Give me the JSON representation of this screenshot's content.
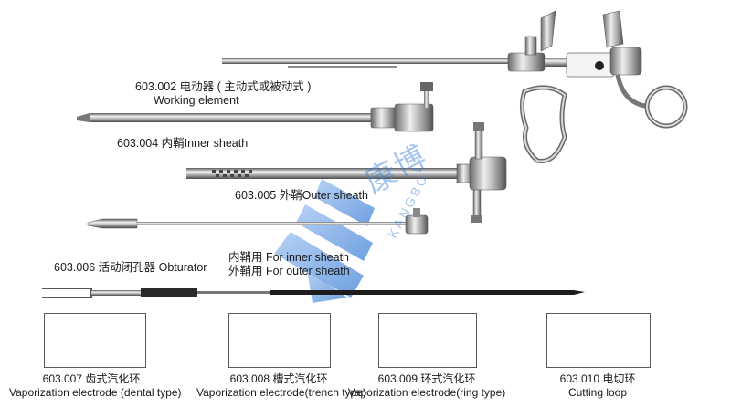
{
  "labels": {
    "working_element": {
      "code_cn": "603.002 电动器 ( 主动式或被动式 )",
      "en": "Working element"
    },
    "inner_sheath": {
      "text": "603.004 内鞘Inner sheath"
    },
    "outer_sheath": {
      "text": "603.005 外鞘Outer sheath"
    },
    "obturator": {
      "text": "603.006 活动闭孔器 Obturator"
    },
    "for_inner_sheath": "内鞘用  For inner sheath",
    "for_outer_sheath": "外鞘用  For outer sheath"
  },
  "electrodes": [
    {
      "code_cn": "603.007 齿式汽化环",
      "en": "Vaporization electrode (dental type)"
    },
    {
      "code_cn": "603.008 槽式汽化环",
      "en": "Vaporization electrode(trench type)"
    },
    {
      "code_cn": "603.009 环式汽化环",
      "en": "Vaporization electrode(ring type)"
    },
    {
      "code_cn": "603.010 电切环",
      "en": "Cutting loop"
    }
  ],
  "watermark": {
    "cn": "康博",
    "en": "KANGBO",
    "color": "#3d7fd6"
  },
  "colors": {
    "steel_dark": "#4d4d4d",
    "steel_mid": "#9a9a9a",
    "steel_light": "#e6e6e6",
    "rod_black": "#1c1c1c"
  }
}
